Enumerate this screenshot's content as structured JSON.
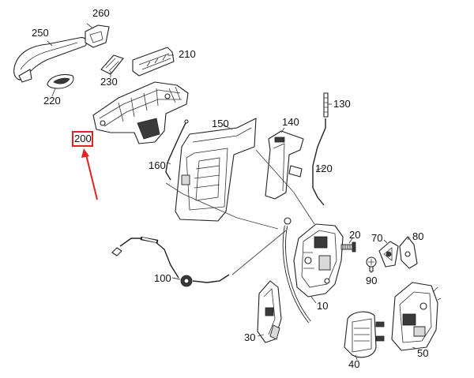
{
  "labels": {
    "p260": "260",
    "p250": "250",
    "p210": "210",
    "p230": "230",
    "p220": "220",
    "p200": "200",
    "p150": "150",
    "p140": "140",
    "p130": "130",
    "p160": "160",
    "p120": "120",
    "p20": "20",
    "p70": "70",
    "p80": "80",
    "p90": "90",
    "p100": "100",
    "p10": "10",
    "p30": "30",
    "p40": "40",
    "p50": "50"
  },
  "colors": {
    "highlight": "#e02424",
    "line": "#222222"
  }
}
